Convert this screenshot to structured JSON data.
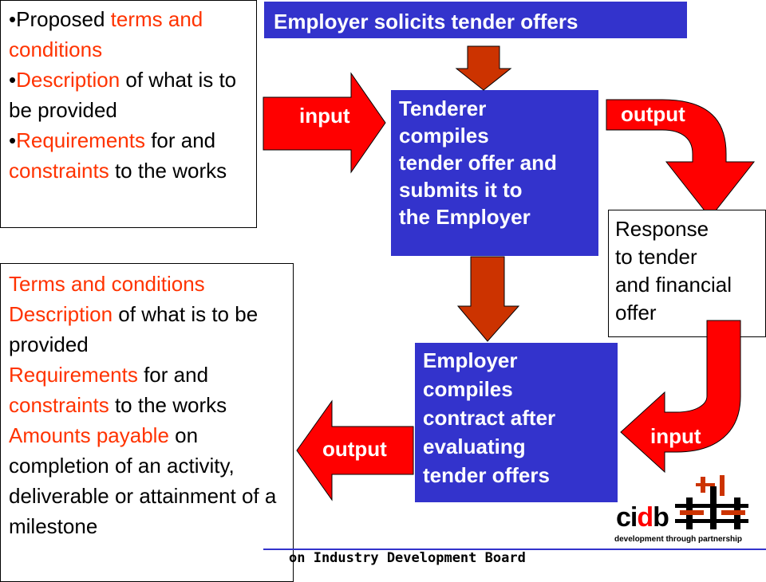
{
  "top_banner": "Employer solicits tender offers",
  "tender_box": [
    "Tenderer",
    "compiles",
    "tender offer and",
    "submits it to",
    "the Employer"
  ],
  "employer_box": [
    "Employer",
    "compiles",
    "contract after",
    "evaluating",
    "tender offers"
  ],
  "response_box": [
    "Response",
    "to tender",
    "and financial",
    "offer"
  ],
  "input_box": [
    {
      "bullet": "•",
      "red": "",
      "black": "Proposed ",
      "red2": "terms and conditions"
    },
    {
      "bullet": "•",
      "red": "Description",
      "black": " of what is to be provided"
    },
    {
      "bullet": "•",
      "red": "Requirements",
      "black": " for and ",
      "red2": "constraints",
      "black2": " to the works"
    }
  ],
  "output_box": {
    "line1_red": "Terms and conditions",
    "line2_red": "Description",
    "line2_black": " of what is to be provided",
    "line3_red": "Requirements",
    "line3_black": " for and",
    "line4_red": "constraints",
    "line4_black": " to the works",
    "line5_red": "Amounts payable",
    "line5_black": " on completion of an activity, deliverable or attainment of a milestone"
  },
  "arrows": {
    "input_top": "input",
    "output_top": "output",
    "input_bottom": "input",
    "output_bottom": "output"
  },
  "footer": "on Industry Development Board",
  "logo": {
    "c": "ci",
    "d": "d",
    "b": "b",
    "tagline": "development through partnership"
  },
  "colors": {
    "blue": "#3333cc",
    "red": "#ff3300",
    "arrow_red": "#ff0000",
    "brown": "#cc3300"
  }
}
